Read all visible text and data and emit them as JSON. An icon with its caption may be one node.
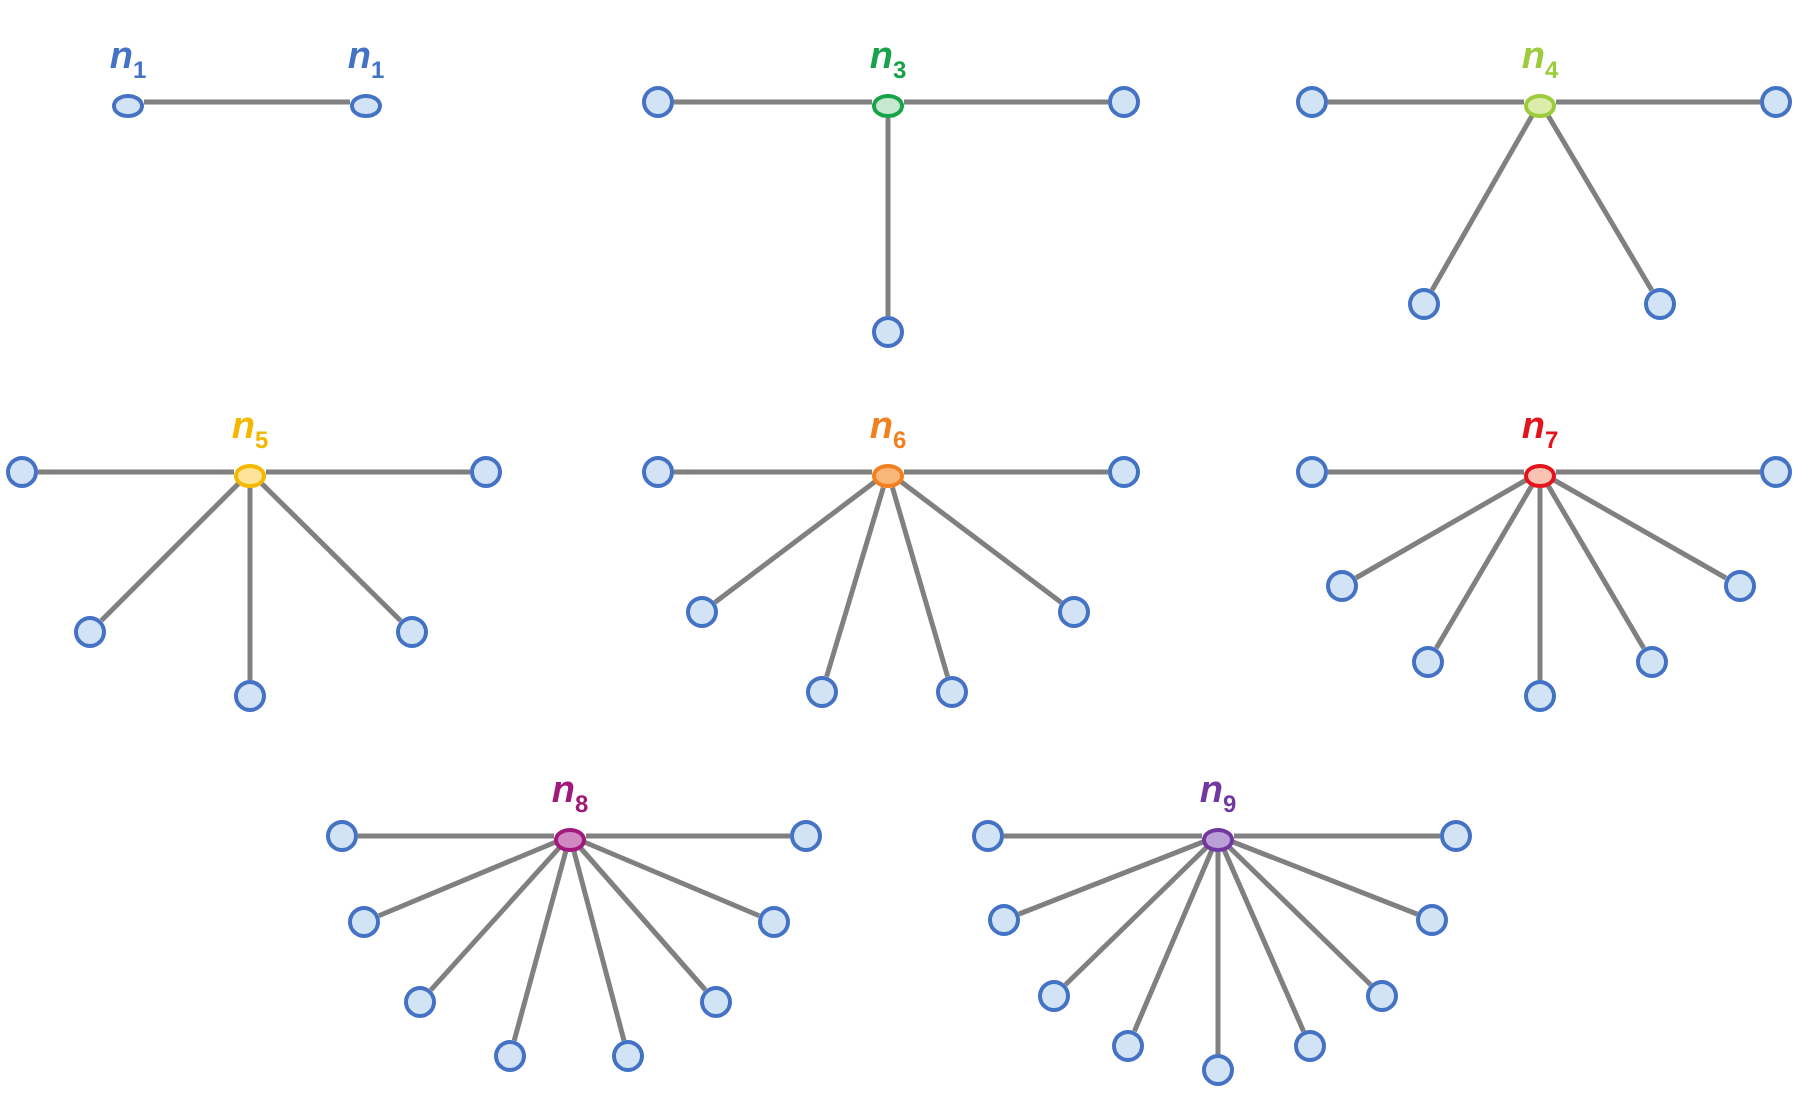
{
  "diagram": {
    "nodes": [
      {
        "text": [
          "*n*$_{1}$"
        ]
      },
      {
        "text": [
          "*n*$_{1}$"
        ]
      },
      {
        "text": [
          "*n*$_{3}$"
        ]
      },
      {
        "text": [],
        "shape": "circle"
      },
      {
        "text": [],
        "shape": "circle"
      },
      {
        "text": [],
        "shape": "circle"
      },
      {
        "text": [
          "*n*$_{4}$"
        ]
      },
      {
        "text": [],
        "shape": "circle"
      },
      {
        "text": [],
        "shape": "circle"
      },
      {
        "text": [],
        "shape": "circle"
      },
      {
        "text": [],
        "shape": "circle"
      },
      {
        "text": [
          "*n*$_{5}$"
        ]
      },
      {
        "text": [],
        "shape": "circle"
      },
      {
        "text": [],
        "shape": "circle"
      },
      {
        "text": [],
        "shape": "circle"
      },
      {
        "text": [],
        "shape": "circle"
      },
      {
        "text": [],
        "shape": "circle"
      },
      {
        "text": [
          "*n*$_{6}$"
        ]
      },
      {
        "text": [],
        "shape": "circle"
      },
      {
        "text": [],
        "shape": "circle"
      },
      {
        "text": [],
        "shape": "circle"
      },
      {
        "text": [],
        "shape": "circle"
      },
      {
        "text": [],
        "shape": "circle"
      },
      {
        "text": [],
        "shape": "circle"
      },
      {
        "text": [
          "*n*$_{7}$"
        ]
      },
      {
        "text": [],
        "shape": "circle"
      },
      {
        "text": [],
        "shape": "circle"
      },
      {
        "text": [],
        "shape": "circle"
      },
      {
        "text": [],
        "shape": "circle"
      },
      {
        "text": [],
        "shape": "circle"
      },
      {
        "text": [],
        "shape": "circle"
      },
      {
        "text": [],
        "shape": "circle"
      },
      {
        "text": [
          "*n*$_{8}$"
        ]
      },
      {
        "text": [],
        "shape": "circle"
      },
      {
        "text": [],
        "shape": "circle"
      },
      {
        "text": [],
        "shape": "circle"
      },
      {
        "text": [],
        "shape": "circle"
      },
      {
        "text": [],
        "shape": "circle"
      },
      {
        "text": [],
        "shape": "circle"
      },
      {
        "text": [],
        "shape": "circle"
      },
      {
        "text": [],
        "shape": "circle"
      },
      {
        "text": [
          "*n*$_{9}$"
        ]
      },
      {
        "text": [],
        "shape": "circle"
      },
      {
        "text": [],
        "shape": "circle"
      },
      {
        "text": [],
        "shape": "circle"
      },
      {
        "text": [],
        "shape": "circle"
      },
      {
        "text": [],
        "shape": "circle"
      },
      {
        "text": [],
        "shape": "circle"
      },
      {
        "text": [],
        "shape": "circle"
      },
      {
        "text": [],
        "shape": "circle"
      },
      {
        "text": [],
        "shape": "circle"
      }
    ],
    "edges": [
      {
        "from": 0,
        "to": 1,
        "arrow": "none"
      },
      {
        "from": 2,
        "to": 3,
        "arrow": "none"
      },
      {
        "from": 2,
        "to": 4,
        "arrow": "none"
      },
      {
        "from": 2,
        "to": 5,
        "arrow": "none"
      },
      {
        "from": 6,
        "to": 7,
        "arrow": "none"
      },
      {
        "from": 6,
        "to": 8,
        "arrow": "none"
      },
      {
        "from": 6,
        "to": 9,
        "arrow": "none"
      },
      {
        "from": 6,
        "to": 10,
        "arrow": "none"
      },
      {
        "from": 11,
        "to": 12,
        "arrow": "none"
      },
      {
        "from": 11,
        "to": 13,
        "arrow": "none"
      },
      {
        "from": 11,
        "to": 14,
        "arrow": "none"
      },
      {
        "from": 11,
        "to": 15,
        "arrow": "none"
      },
      {
        "from": 11,
        "to": 16,
        "arrow": "none"
      },
      {
        "from": 17,
        "to": 18,
        "arrow": "none"
      },
      {
        "from": 17,
        "to": 19,
        "arrow": "none"
      },
      {
        "from": 17,
        "to": 20,
        "arrow": "none"
      },
      {
        "from": 17,
        "to": 21,
        "arrow": "none"
      },
      {
        "from": 17,
        "to": 22,
        "arrow": "none"
      },
      {
        "from": 17,
        "to": 23,
        "arrow": "none"
      },
      {
        "from": 24,
        "to": 25,
        "arrow": "none"
      },
      {
        "from": 24,
        "to": 26,
        "arrow": "none"
      },
      {
        "from": 24,
        "to": 27,
        "arrow": "none"
      },
      {
        "from": 24,
        "to": 28,
        "arrow": "none"
      },
      {
        "from": 24,
        "to": 29,
        "arrow": "none"
      },
      {
        "from": 24,
        "to": 30,
        "arrow": "none"
      },
      {
        "from": 24,
        "to": 31,
        "arrow": "none"
      },
      {
        "from": 32,
        "to": 33,
        "arrow": "none"
      },
      {
        "from": 32,
        "to": 34,
        "arrow": "none"
      },
      {
        "from": 32,
        "to": 35,
        "arrow": "none"
      },
      {
        "from": 32,
        "to": 36,
        "arrow": "none"
      },
      {
        "from": 32,
        "to": 37,
        "arrow": "none"
      },
      {
        "from": 32,
        "to": 38,
        "arrow": "none"
      },
      {
        "from": 32,
        "to": 39,
        "arrow": "none"
      },
      {
        "from": 32,
        "to": 40,
        "arrow": "none"
      },
      {
        "from": 41,
        "to": 42,
        "arrow": "none"
      },
      {
        "from": 41,
        "to": 43,
        "arrow": "none"
      },
      {
        "from": 41,
        "to": 44,
        "arrow": "none"
      },
      {
        "from": 41,
        "to": 45,
        "arrow": "none"
      },
      {
        "from": 41,
        "to": 46,
        "arrow": "none"
      },
      {
        "from": 41,
        "to": 47,
        "arrow": "none"
      },
      {
        "from": 41,
        "to": 48,
        "arrow": "none"
      },
      {
        "from": 41,
        "to": 49,
        "arrow": "none"
      },
      {
        "from": 41,
        "to": 50,
        "arrow": "none"
      }
    ]
  }
}
